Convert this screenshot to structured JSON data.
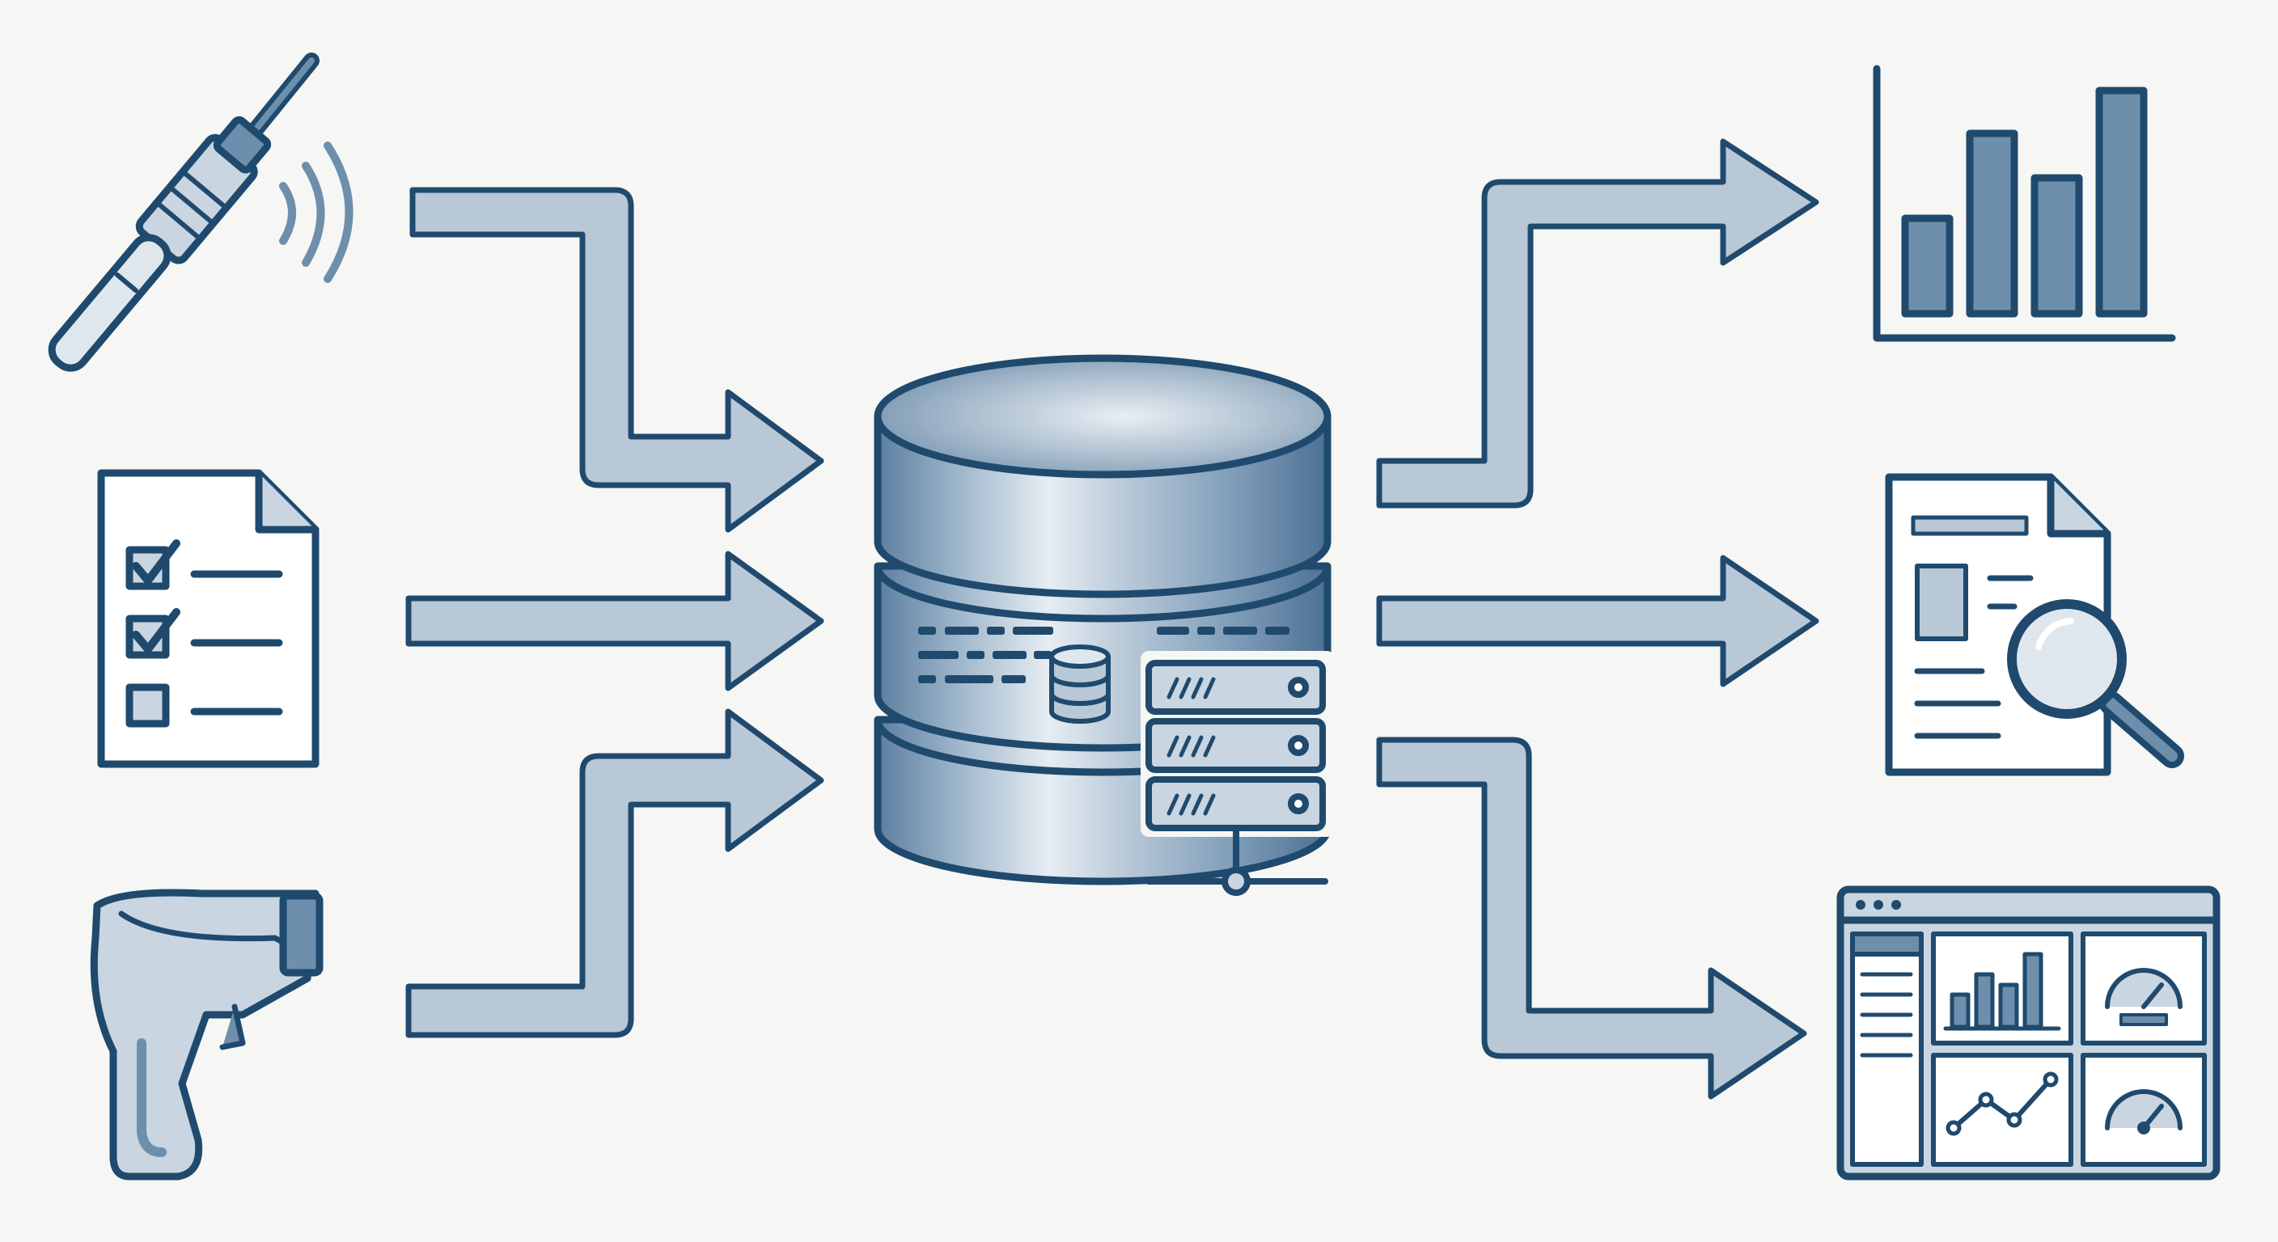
{
  "diagram": {
    "colors": {
      "background": "#f6f6f4",
      "stroke": "#1f4a6e",
      "arrow_fill": "#b9c8d6",
      "icon_fill": "#c9d5e1",
      "icon_fill_dark": "#6e8fac",
      "paper": "#ffffff"
    },
    "sources": [
      {
        "id": "sensor",
        "icon": "sensor-probe-icon"
      },
      {
        "id": "form",
        "icon": "checklist-document-icon"
      },
      {
        "id": "scanner",
        "icon": "barcode-scanner-icon"
      }
    ],
    "hub": {
      "icon": "database-cylinder-icon",
      "badge": "server-rack-icon"
    },
    "outputs": [
      {
        "id": "chart",
        "icon": "bar-chart-icon"
      },
      {
        "id": "report",
        "icon": "document-search-icon"
      },
      {
        "id": "dashboard",
        "icon": "dashboard-window-icon"
      }
    ]
  }
}
